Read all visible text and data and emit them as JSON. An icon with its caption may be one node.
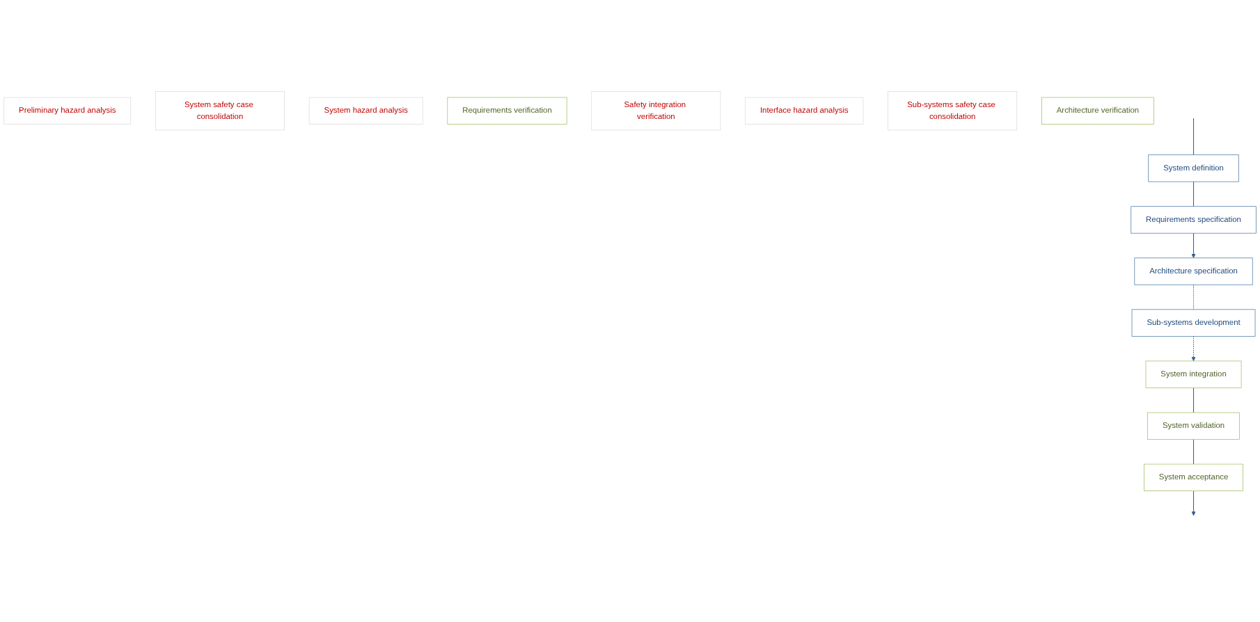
{
  "diagram": {
    "nodes": [
      {
        "text": [
          "Preliminary hazard analysis"
        ]
      },
      {
        "text": [
          "System definition"
        ]
      },
      {
        "text": [
          "System acceptance"
        ]
      },
      {
        "text": [
          "System safety case consolidation"
        ]
      },
      {
        "text": [
          "System hazard analysis"
        ]
      },
      {
        "text": [
          "Requirements specification"
        ]
      },
      {
        "text": [
          "System validation"
        ]
      },
      {
        "text": [
          "Requirements verification"
        ]
      },
      {
        "text": [
          "Safety integration verification"
        ]
      },
      {
        "text": [
          "Interface hazard analysis"
        ]
      },
      {
        "text": [
          "Architecture specification"
        ]
      },
      {
        "text": [
          "System integration"
        ]
      },
      {
        "text": [
          "Sub-systems safety case consolidation"
        ]
      },
      {
        "text": [
          "Architecture verification"
        ]
      },
      {
        "text": [
          "Sub-systems development"
        ]
      }
    ],
    "edges": [
      {
        "from": null,
        "to": 1,
        "arrow": "none"
      },
      {
        "from": 1,
        "to": 5,
        "arrow": "none"
      },
      {
        "from": 5,
        "to": 10,
        "arrow": "to"
      },
      {
        "from": 10,
        "to": 14,
        "arrow": "none",
        "style": "dashed"
      },
      {
        "from": 14,
        "to": 11,
        "arrow": "to",
        "style": "dashed"
      },
      {
        "from": 11,
        "to": 6,
        "arrow": "none"
      },
      {
        "from": 6,
        "to": 2,
        "arrow": "none"
      },
      {
        "from": 2,
        "to": null,
        "arrow": "to"
      }
    ]
  }
}
